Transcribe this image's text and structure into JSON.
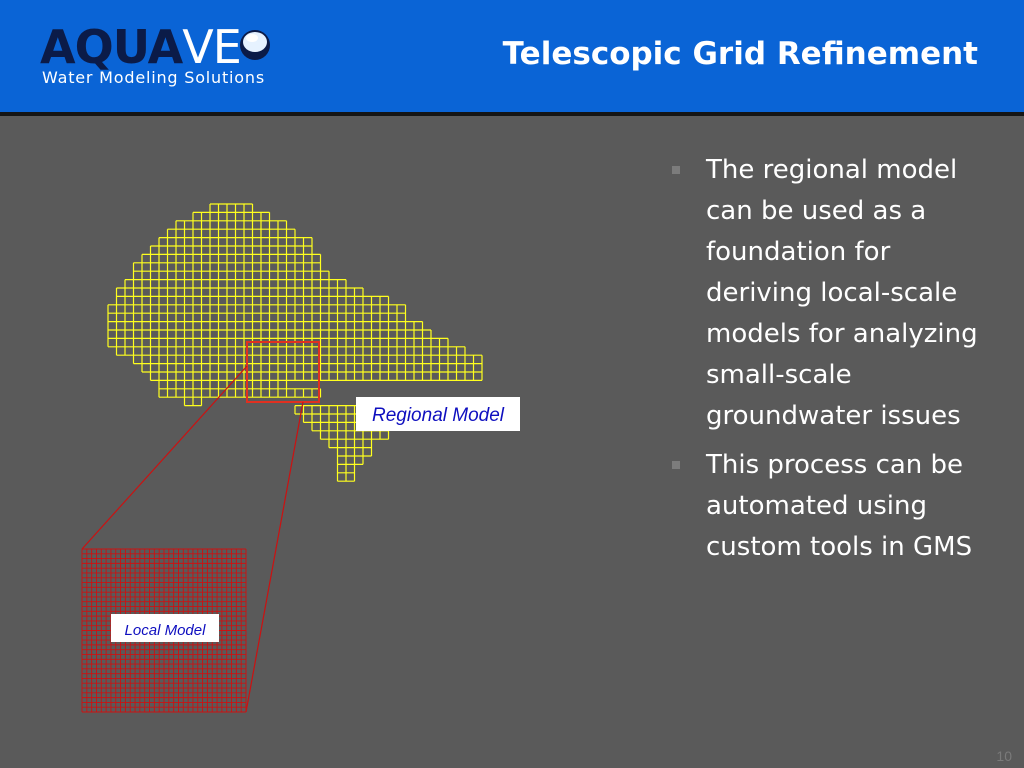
{
  "header": {
    "logo_primary": "AQUA",
    "logo_secondary": "VE",
    "tagline": "Water Modeling Solutions",
    "title": "Telescopic Grid Refinement"
  },
  "figure": {
    "regional_label": "Regional Model",
    "local_label": "Local Model"
  },
  "bullets": [
    "The regional model can be used as a foundation for deriving local-scale models for analyzing small-scale groundwater issues",
    "This process can be automated using custom tools in GMS"
  ],
  "slide_number": "10",
  "colors": {
    "header": "#0a64d6",
    "background": "#5a5a5a",
    "regional_grid": "#ffff1e",
    "local_grid": "#cc1111",
    "label_text": "#0f0fbf"
  }
}
